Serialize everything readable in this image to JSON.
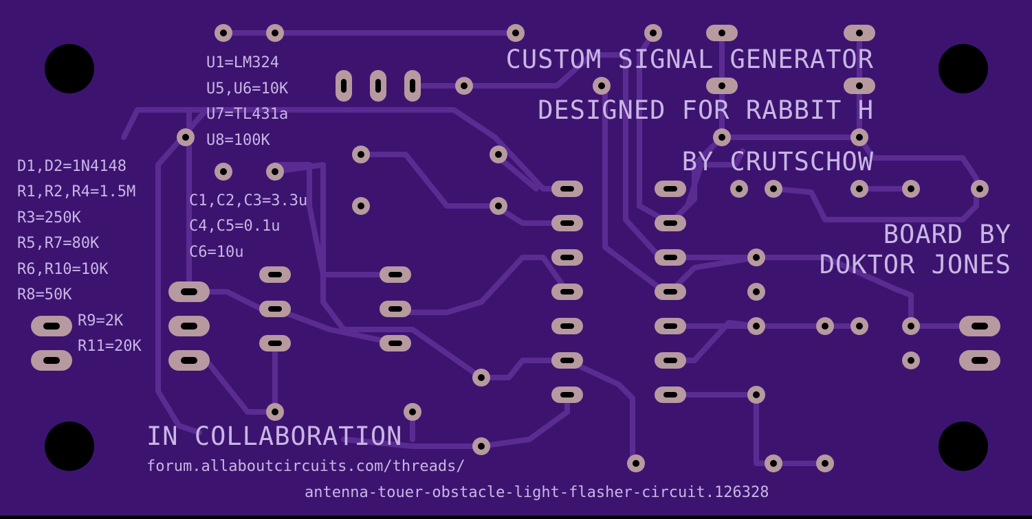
{
  "board": {
    "silkscreen_color": "#c9b6e4",
    "board_color": "#3c1470",
    "trace_color": "#5a2c92",
    "pad_color": "#b69aa0",
    "headline": {
      "line1": "CUSTOM SIGNAL GENERATOR",
      "line2": "DESIGNED FOR RABBIT H",
      "line3": "BY CRUTSCHOW"
    },
    "credit": {
      "line1": "BOARD BY",
      "line2": "DOKTOR JONES"
    },
    "parts_u": [
      "U1=LM324",
      "U5,U6=10K",
      "U7=TL431a",
      "U8=100K"
    ],
    "parts_r": [
      "D1,D2=1N4148",
      "R1,R2,R4=1.5M",
      "R3=250K",
      "R5,R7=80K",
      "R6,R10=10K",
      "R8=50K"
    ],
    "parts_r2": [
      "R9=2K",
      "R11=20K"
    ],
    "parts_c": [
      "C1,C2,C3=3.3u",
      "C4,C5=0.1u",
      "C6=10u"
    ],
    "collab": {
      "title": "IN COLLABORATION",
      "url1": "forum.allaboutcircuits.com/threads/",
      "url2": "antenna-touer-obstacle-light-flasher-circuit.126328"
    }
  }
}
